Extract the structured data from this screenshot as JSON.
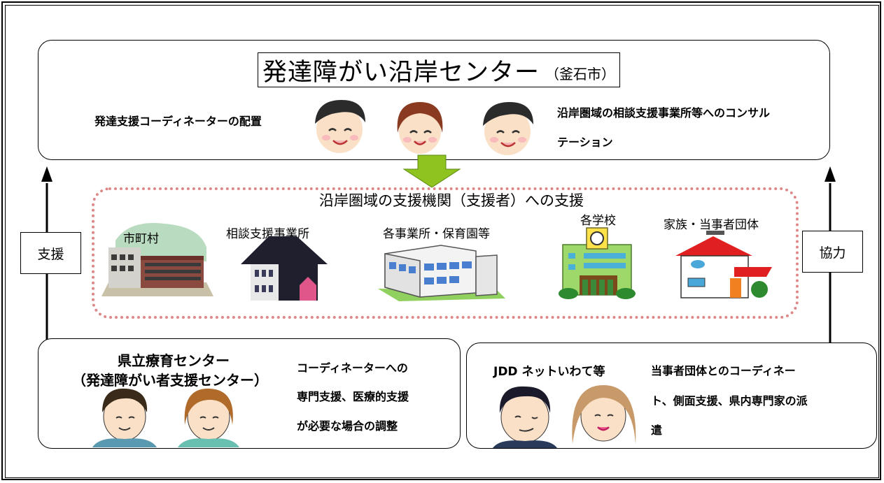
{
  "top": {
    "title": "発達障がい沿岸センター",
    "title_sub": "（釜石市）",
    "left_text": "発達支援コーディネーターの配置",
    "right_text_line1": "沿岸圏域の相談支援事業所等へのコンサル",
    "right_text_line2": "テーション"
  },
  "middle": {
    "heading": "沿岸圏域の支援機関（支援者）への支援",
    "facilities": [
      {
        "label": "市町村",
        "icon": "city-hall-icon"
      },
      {
        "label": "相談支援事業所",
        "icon": "office-building-icon"
      },
      {
        "label": "各事業所・保育園等",
        "icon": "nursery-building-icon"
      },
      {
        "label": "各学校",
        "icon": "school-icon"
      },
      {
        "label": "家族・当事者団体",
        "icon": "house-icon"
      }
    ]
  },
  "side": {
    "left_label": "支援",
    "right_label": "協力"
  },
  "bottom_left": {
    "title_line1": "県立療育センター",
    "title_line2": "（発達障がい者支援センター）",
    "desc_line1": "コーディネーターへの",
    "desc_line2": "専門支援、医療的支援",
    "desc_line3": "が必要な場合の調整"
  },
  "bottom_right": {
    "title": "JDD ネットいわて等",
    "desc_line1": "当事者団体とのコーディネー",
    "desc_line2": "ト、側面支援、県内専門家の派",
    "desc_line3": "遣"
  },
  "colors": {
    "dotted_border": "#d88888",
    "down_arrow": "#8fc31f",
    "skin": "#fbe0c8",
    "hair_dark": "#2b2b2b",
    "hair_brown": "#8a3a20"
  }
}
